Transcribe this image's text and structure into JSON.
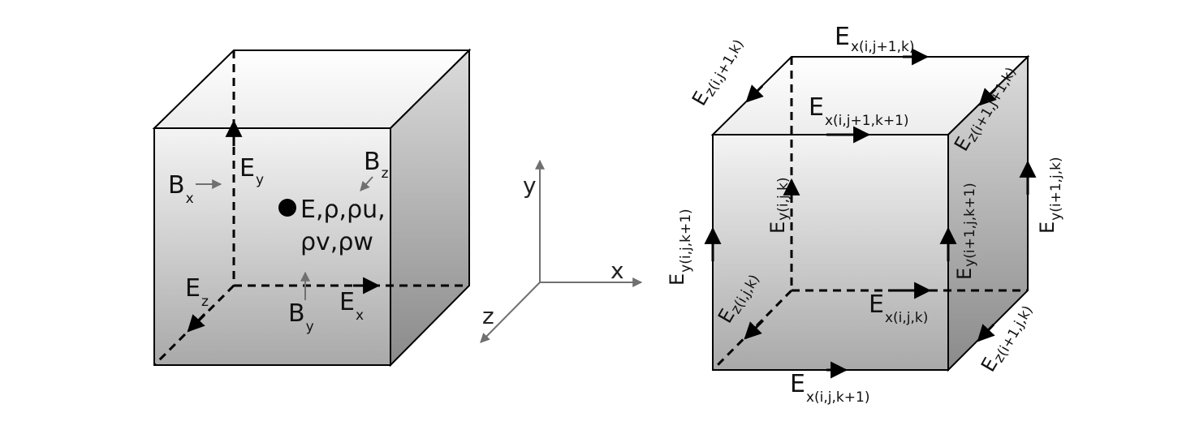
{
  "left_cube": {
    "field_labels": {
      "ey": {
        "main": "E",
        "sub": "y"
      },
      "bx": {
        "main": "B",
        "sub": "x"
      },
      "bz": {
        "main": "B",
        "sub": "z"
      },
      "ez": {
        "main": "E",
        "sub": "z"
      },
      "by": {
        "main": "B",
        "sub": "y"
      },
      "ex": {
        "main": "E",
        "sub": "x"
      }
    },
    "center_vars_line1": "E,ρ,ρu,",
    "center_vars_line2": "ρv,ρw"
  },
  "axes": {
    "x": "x",
    "y": "y",
    "z": "z"
  },
  "right_cube": {
    "labels": {
      "ex_top_back": {
        "main": "E",
        "sub": "x(i,j+1,k)"
      },
      "ez_top_left": {
        "main": "E",
        "sub": "z(i,j+1,k)"
      },
      "ex_top_front": {
        "main": "E",
        "sub": "x(i,j+1,k+1)"
      },
      "ez_top_right": {
        "main": "E",
        "sub": "z(i+1,j+1,k)"
      },
      "ey_right_back": {
        "main": "E",
        "sub": "y(i+1,j,k)"
      },
      "ey_back_left": {
        "main": "E",
        "sub": "y(i,j,k)"
      },
      "ey_front_left": {
        "main": "E",
        "sub": "y(i,j,k+1)"
      },
      "ey_front_right": {
        "main": "E",
        "sub": "y(i+1,j,k+1)"
      },
      "ez_bottom_left": {
        "main": "E",
        "sub": "z(i,j,k)"
      },
      "ex_bottom_back": {
        "main": "E",
        "sub": "x(i,j,k)"
      },
      "ez_bottom_right": {
        "main": "E",
        "sub": "z(i+1,j,k)"
      },
      "ex_bottom_front": {
        "main": "E",
        "sub": "x(i,j,k+1)"
      }
    }
  }
}
